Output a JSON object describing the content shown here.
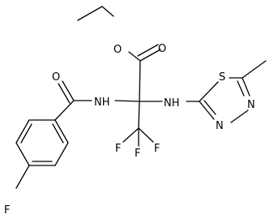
{
  "atoms": {
    "o_ester": "O",
    "o_carbonyl_top": "O",
    "o_amide": "O",
    "nh_left": "NH",
    "nh_right": "NH",
    "s_ring": "S",
    "n_ring_upper": "N",
    "n_ring_lower": "N",
    "f_cf3_left": "F",
    "f_cf3_right": "F",
    "f_cf3_bottom": "F",
    "f_aryl": "F"
  }
}
